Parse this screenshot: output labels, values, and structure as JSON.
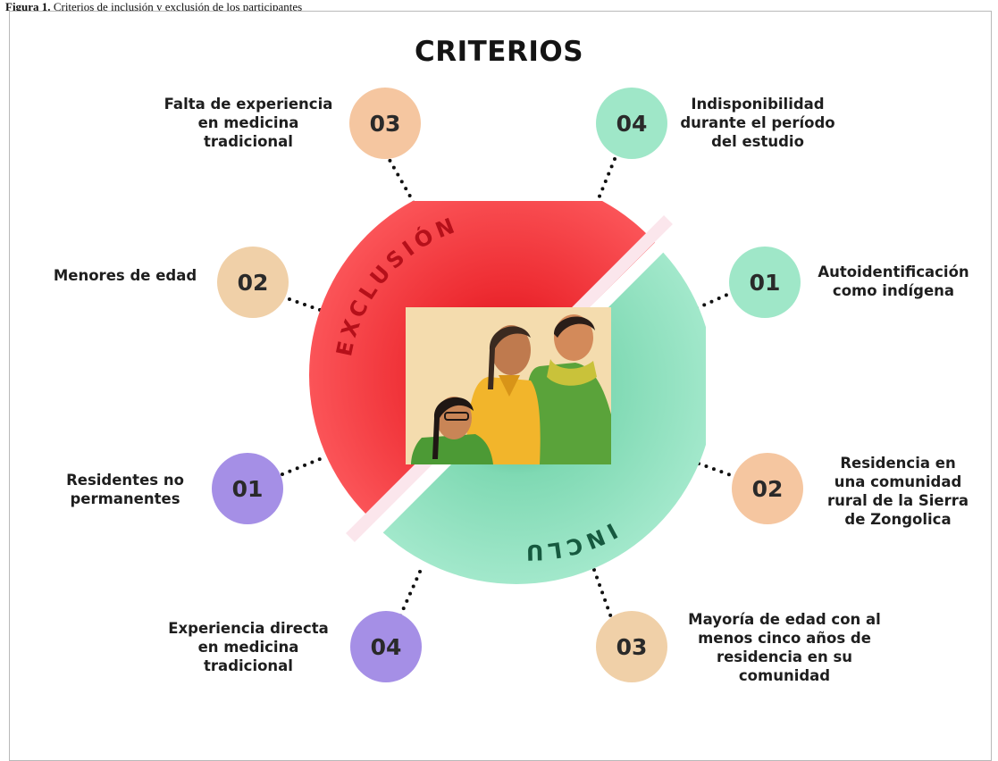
{
  "caption": {
    "label": "Figura 1.",
    "text": "Criterios de inclusión y exclusión de los participantes"
  },
  "title": "CRITERIOS",
  "segments": {
    "exclusion": {
      "label": "EXCLUSIÓN",
      "color": "#fb5458"
    },
    "inclusion": {
      "label": "INCLUSIÓN",
      "color": "#9fe7c8"
    }
  },
  "exclusion_criteria": [
    {
      "number": "01",
      "color": "#a58fe6",
      "lines": [
        "Residentes no",
        "permanentes"
      ]
    },
    {
      "number": "02",
      "color": "#f0d0a8",
      "lines": [
        "Menores de edad"
      ]
    },
    {
      "number": "03",
      "color": "#f5c6a0",
      "lines": [
        "Falta de experiencia",
        "en medicina",
        "tradicional"
      ]
    },
    {
      "number": "04",
      "color": "#a58fe6",
      "lines": [
        "Experiencia directa",
        "en medicina",
        "tradicional"
      ]
    }
  ],
  "inclusion_criteria": [
    {
      "number": "01",
      "color": "#9fe7c8",
      "lines": [
        "Autoidentificación",
        "como indígena"
      ]
    },
    {
      "number": "02",
      "color": "#f5c6a0",
      "lines": [
        "Residencia en",
        "una comunidad",
        "rural de la Sierra",
        "de Zongolica"
      ]
    },
    {
      "number": "03",
      "color": "#f0d0a8",
      "lines": [
        "Mayoría de edad con al",
        "menos cinco años de",
        "residencia en su",
        "comunidad"
      ]
    },
    {
      "number": "04",
      "color": "#9fe7c8",
      "lines": [
        "Indisponibilidad",
        "durante el período",
        "del estudio"
      ]
    }
  ]
}
